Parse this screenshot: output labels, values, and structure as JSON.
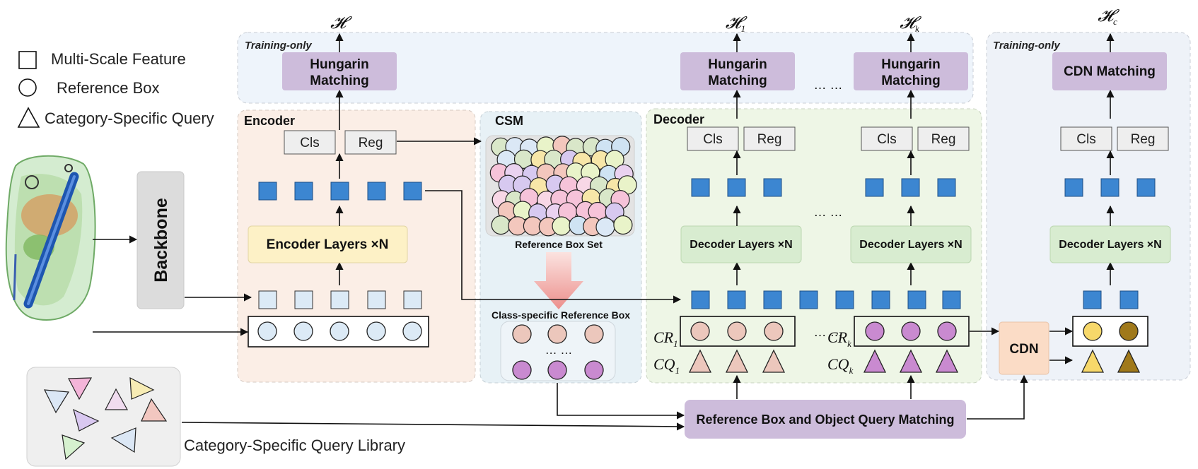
{
  "legend": {
    "square": "Multi-Scale Feature",
    "circle": "Reference Box",
    "triangle": "Category-Specific Query"
  },
  "training_only": "Training-only",
  "outputs": {
    "enc": "𝓗",
    "dec1": "𝓗",
    "dec1_sub": "1",
    "deck": "𝓗",
    "deck_sub": "k",
    "cdn": "𝓗",
    "cdn_sub": "c"
  },
  "matching": {
    "hungarin_line1": "Hungarin",
    "hungarin_line2": "Matching",
    "cdn": "CDN Matching"
  },
  "dots": "… …",
  "encoder": {
    "title": "Encoder",
    "layers": "Encoder Layers ×N",
    "cls": "Cls",
    "reg": "Reg"
  },
  "backbone": "Backbone",
  "csm": {
    "title": "CSM",
    "ref_set": "Reference Box Set",
    "class_specific": "Class-specific Reference Box"
  },
  "decoder": {
    "title": "Decoder",
    "layers": "Decoder Layers ×N",
    "cls": "Cls",
    "reg": "Reg"
  },
  "labels": {
    "cr": "CR",
    "cq": "CQ",
    "sub1": "1",
    "subk": "k"
  },
  "cdn": "CDN",
  "ref_matching": "Reference Box and Object Query Matching",
  "query_library": "Category-Specific Query Library",
  "colors": {
    "purple_box": "#cdbcdb",
    "encoder_bg": "#fbeee6",
    "csm_bg": "#e7f1f6",
    "decoder_bg": "#eef6e6",
    "cdn_bg": "#eef2f8",
    "training_bg": "#eef4fb",
    "feature_blue": "#3c86d1",
    "feature_light": "#dceaf6",
    "encoder_layers": "#fdf1c6",
    "decoder_layers": "#d8ecd0",
    "cdn_box": "#fbdcc6",
    "circle_pink": "#ecc7bc",
    "circle_purple": "#c98ad0",
    "circle_yellow": "#f7d86a",
    "circle_brown": "#a0791a"
  }
}
